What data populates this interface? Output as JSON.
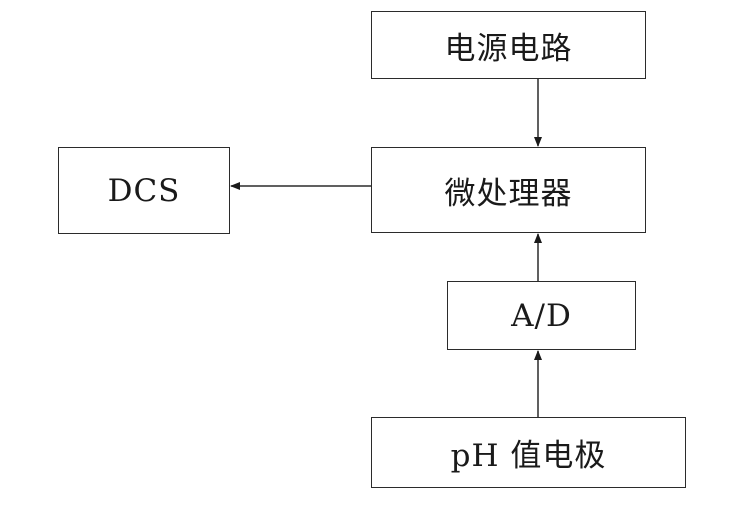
{
  "nodes": {
    "power": "电源电路",
    "mcu": "微处理器",
    "dcs": "DCS",
    "adc": "A/D",
    "ph_electrode": "pH 值电极"
  },
  "edges": [
    {
      "from": "power",
      "to": "mcu"
    },
    {
      "from": "mcu",
      "to": "dcs"
    },
    {
      "from": "adc",
      "to": "mcu"
    },
    {
      "from": "ph_electrode",
      "to": "adc"
    }
  ],
  "colors": {
    "line": "#2b2b2b",
    "background": "#ffffff"
  }
}
